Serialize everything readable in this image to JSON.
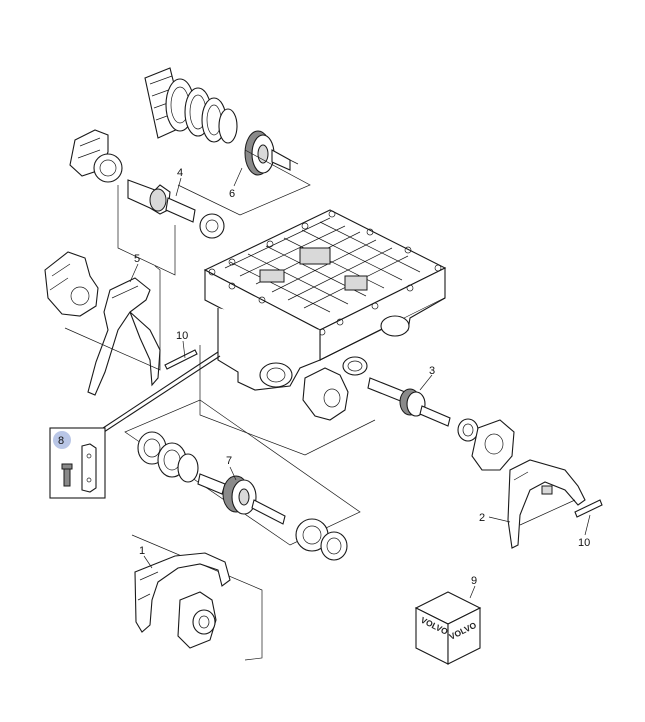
{
  "callouts": {
    "c1": "1",
    "c2": "2",
    "c3": "3",
    "c4": "4",
    "c5": "5",
    "c6": "6",
    "c7": "7",
    "c8": "8",
    "c9": "9",
    "c10a": "10",
    "c10b": "10"
  },
  "logo": {
    "text": "VOLVO"
  },
  "colors": {
    "line": "#1a1a1a",
    "badge": "#b9c6e6"
  }
}
